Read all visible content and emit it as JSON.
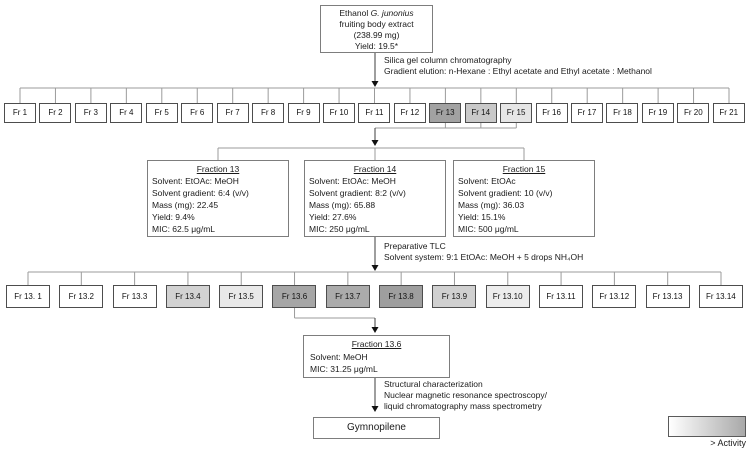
{
  "figure": {
    "extract_box": {
      "line1_normal": "Ethanol ",
      "line1_italic": "G. junonius",
      "line2": "fruiting body extract",
      "line3": "(238.99 mg)",
      "line4": "Yield: 19.5*"
    },
    "step1": {
      "line1": "Silica gel column chromatography",
      "line2": "Gradient elution:  n-Hexane : Ethyl acetate and Ethyl acetate : Methanol"
    },
    "row1": {
      "fractions": [
        {
          "label": "Fr 1",
          "fill": "#ffffff"
        },
        {
          "label": "Fr 2",
          "fill": "#ffffff"
        },
        {
          "label": "Fr 3",
          "fill": "#ffffff"
        },
        {
          "label": "Fr 4",
          "fill": "#ffffff"
        },
        {
          "label": "Fr 5",
          "fill": "#ffffff"
        },
        {
          "label": "Fr 6",
          "fill": "#ffffff"
        },
        {
          "label": "Fr 7",
          "fill": "#ffffff"
        },
        {
          "label": "Fr 8",
          "fill": "#ffffff"
        },
        {
          "label": "Fr 9",
          "fill": "#ffffff"
        },
        {
          "label": "Fr 10",
          "fill": "#ffffff"
        },
        {
          "label": "Fr 11",
          "fill": "#ffffff"
        },
        {
          "label": "Fr 12",
          "fill": "#ffffff"
        },
        {
          "label": "Fr 13",
          "fill": "#a2a2a2"
        },
        {
          "label": "Fr 14",
          "fill": "#c9c9c9"
        },
        {
          "label": "Fr 15",
          "fill": "#e6e6e6"
        },
        {
          "label": "Fr 16",
          "fill": "#ffffff"
        },
        {
          "label": "Fr 17",
          "fill": "#ffffff"
        },
        {
          "label": "Fr 18",
          "fill": "#ffffff"
        },
        {
          "label": "Fr 19",
          "fill": "#ffffff"
        },
        {
          "label": "Fr 20",
          "fill": "#ffffff"
        },
        {
          "label": "Fr 21",
          "fill": "#ffffff"
        }
      ]
    },
    "detail_boxes": [
      {
        "title": "Fraction 13",
        "lines": [
          "Solvent: EtOAc: MeOH",
          "Solvent gradient: 6:4 (v/v)",
          "Mass (mg): 22.45",
          "Yield: 9.4%",
          "MIC: 62.5 μg/mL"
        ]
      },
      {
        "title": "Fraction 14",
        "lines": [
          "Solvent: EtOAc: MeOH",
          "Solvent gradient: 8:2 (v/v)",
          "Mass (mg): 65.88",
          "Yield: 27.6%",
          "MIC: 250 μg/mL"
        ]
      },
      {
        "title": "Fraction 15",
        "lines": [
          "Solvent: EtOAc",
          "Solvent gradient: 10 (v/v)",
          "Mass (mg): 36.03",
          "Yield: 15.1%",
          "MIC: 500 μg/mL"
        ]
      }
    ],
    "step2": {
      "line1": "Preparative TLC",
      "line2": "Solvent system: 9:1 EtOAc: MeOH + 5 drops NH₄OH"
    },
    "row2": {
      "fractions": [
        {
          "label": "Fr 13. 1",
          "fill": "#ffffff"
        },
        {
          "label": "Fr 13.2",
          "fill": "#ffffff"
        },
        {
          "label": "Fr 13.3",
          "fill": "#ffffff"
        },
        {
          "label": "Fr 13.4",
          "fill": "#d2d2d2"
        },
        {
          "label": "Fr 13.5",
          "fill": "#e9e9e9"
        },
        {
          "label": "Fr 13.6",
          "fill": "#a6a6a6"
        },
        {
          "label": "Fr 13.7",
          "fill": "#ababab"
        },
        {
          "label": "Fr 13.8",
          "fill": "#9e9e9e"
        },
        {
          "label": "Fr 13.9",
          "fill": "#d0d0d0"
        },
        {
          "label": "Fr 13.10",
          "fill": "#ededed"
        },
        {
          "label": "Fr 13.11",
          "fill": "#ffffff"
        },
        {
          "label": "Fr 13.12",
          "fill": "#ffffff"
        },
        {
          "label": "Fr 13.13",
          "fill": "#ffffff"
        },
        {
          "label": "Fr 13.14",
          "fill": "#ffffff"
        }
      ]
    },
    "final_fraction_box": {
      "title": "Fraction 13.6",
      "lines": [
        "Solvent: MeOH",
        "MIC: 31.25 μg/mL"
      ]
    },
    "step3": {
      "line1": "Structural characterization",
      "line2": "Nuclear magnetic resonance spectroscopy/",
      "line3": "liquid chromatography mass spectrometry"
    },
    "compound_box": {
      "label": "Gymnopilene"
    },
    "legend": {
      "label": "> Activity",
      "gradient_from": "#ffffff",
      "gradient_to": "#a9a9a9"
    },
    "connector_colors": {
      "bracket": "#9b9b9b",
      "arrow_line": "#3c3c3c",
      "arrow_head": "#111111"
    }
  }
}
